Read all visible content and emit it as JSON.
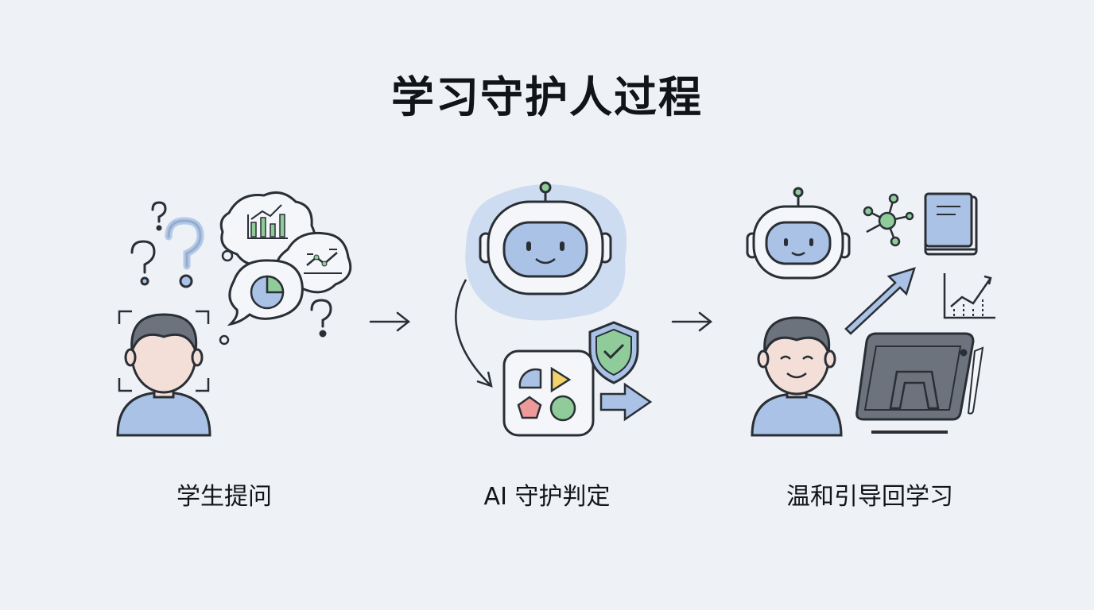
{
  "title": "学习守护人过程",
  "steps": [
    {
      "label": "学生提问"
    },
    {
      "label": "AI 守护判定"
    },
    {
      "label": "温和引导回学习"
    }
  ],
  "colors": {
    "background": "#eef1f5",
    "stroke": "#2a2f36",
    "blue": "#a9c2e6",
    "blue_soft": "#c9d9ef",
    "green": "#8fcc9a",
    "yellow": "#f2d36b",
    "red": "#ee9a9a",
    "skin": "#f4dfd8",
    "hair": "#6c737d"
  }
}
